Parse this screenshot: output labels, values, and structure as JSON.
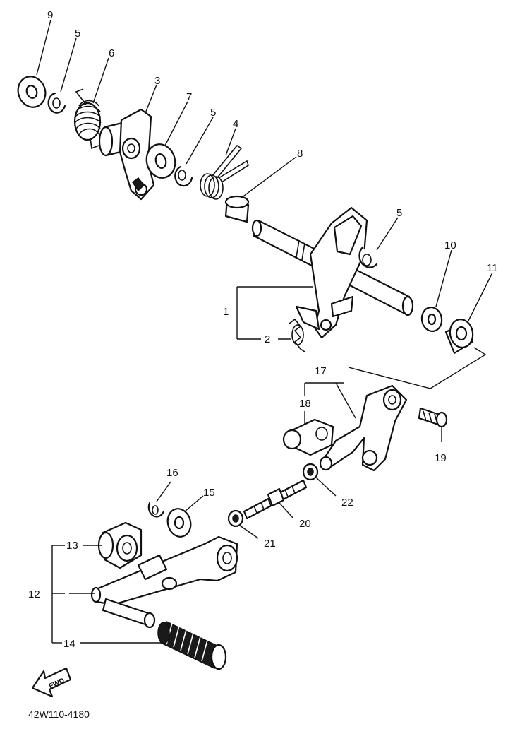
{
  "diagram": {
    "callouts": {
      "c9": "9",
      "c5a": "5",
      "c6": "6",
      "c3": "3",
      "c7": "7",
      "c5b": "5",
      "c4": "4",
      "c8": "8",
      "c5c": "5",
      "c10": "10",
      "c11": "11",
      "c1": "1",
      "c2": "2",
      "c17": "17",
      "c18": "18",
      "c19": "19",
      "c16": "16",
      "c15": "15",
      "c22": "22",
      "c20": "20",
      "c21": "21",
      "c13": "13",
      "c12": "12",
      "c14": "14"
    },
    "direction_label": "FWD",
    "drawing_code": "42W110-4180"
  }
}
